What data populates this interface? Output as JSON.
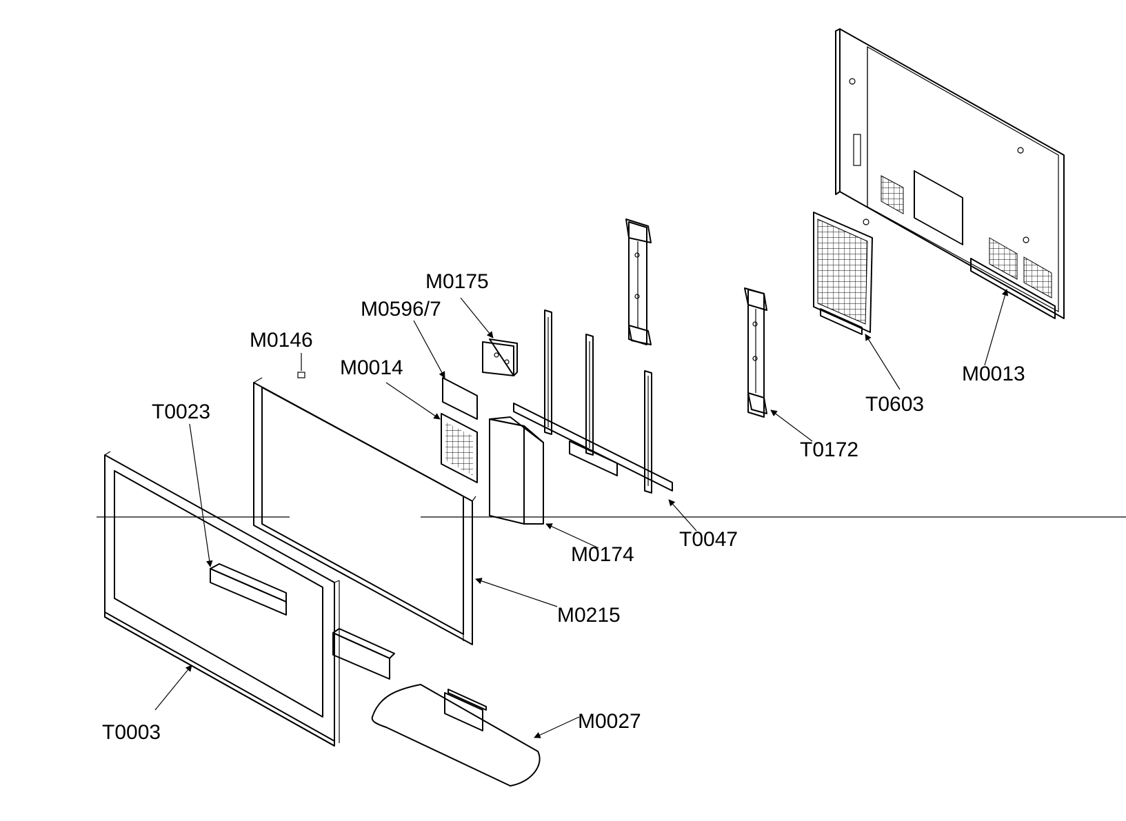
{
  "labels": {
    "M0013": "M0013",
    "T0603": "T0603",
    "T0172": "T0172",
    "M0175": "M0175",
    "M0596_7": "M0596/7",
    "M0146": "M0146",
    "M0014": "M0014",
    "T0023": "T0023",
    "M0174": "M0174",
    "T0047": "T0047",
    "M0215": "M0215",
    "M0027": "M0027",
    "T0003": "T0003"
  }
}
